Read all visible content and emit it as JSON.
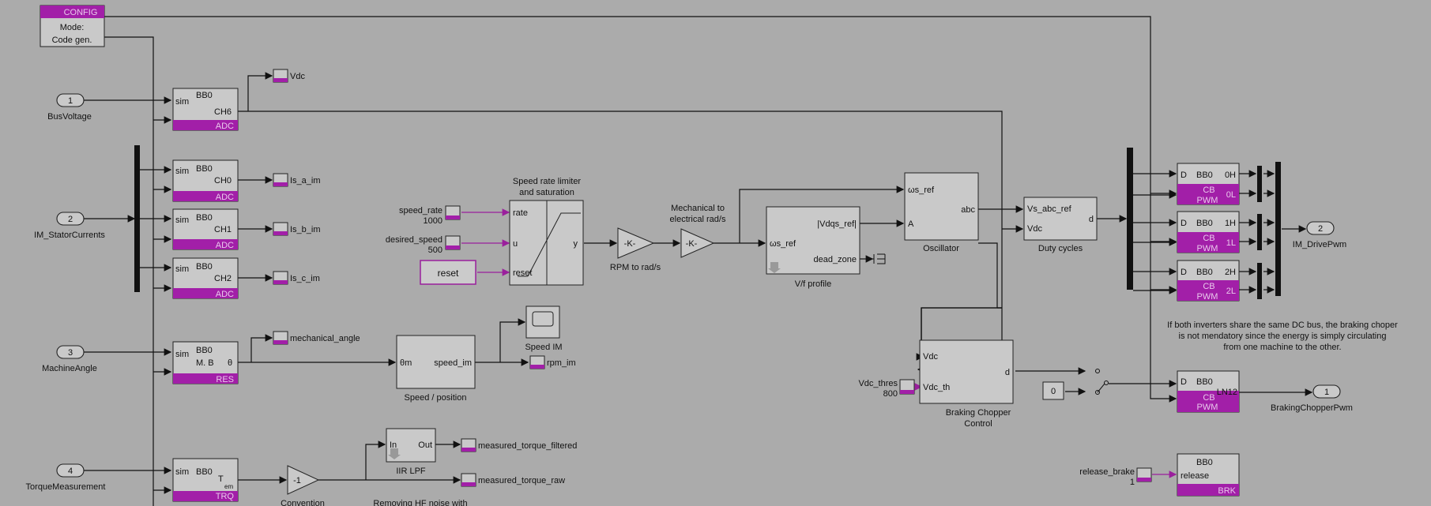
{
  "config": {
    "title": "CONFIG",
    "mode_line1": "Mode:",
    "mode_line2": "Code gen."
  },
  "inports": [
    {
      "num": "1",
      "name": "BusVoltage"
    },
    {
      "num": "2",
      "name": "IM_StatorCurrents"
    },
    {
      "num": "3",
      "name": "MachineAngle"
    },
    {
      "num": "4",
      "name": "TorqueMeasurement"
    }
  ],
  "outports": [
    {
      "num": "2",
      "name": "IM_DrivePwm"
    },
    {
      "num": "1",
      "name": "BrakingChopperPwm"
    }
  ],
  "adc_blocks": [
    {
      "top": "BB0",
      "channel": "CH6",
      "type": "ADC"
    },
    {
      "top": "BB0",
      "channel": "CH0",
      "type": "ADC"
    },
    {
      "top": "BB0",
      "channel": "CH1",
      "type": "ADC"
    },
    {
      "top": "BB0",
      "channel": "CH2",
      "type": "ADC"
    }
  ],
  "sim_label": "sim",
  "res_block": {
    "top": "BB0",
    "mid": "M. B",
    "theta": "θ",
    "type": "RES"
  },
  "trq_block": {
    "top": "BB0",
    "t": "T",
    "em": "em",
    "type": "TRQ"
  },
  "goto_tags": {
    "vdc": "Vdc",
    "is_a": "Is_a_im",
    "is_b": "Is_b_im",
    "is_c": "Is_c_im",
    "mech_angle": "mechanical_angle",
    "rpm": "rpm_im",
    "torque_filtered": "measured_torque_filtered",
    "torque_raw": "measured_torque_raw"
  },
  "speed_limiter": {
    "title1": "Speed rate limiter",
    "title2": "and saturation",
    "in_rate": "rate",
    "in_u": "u",
    "in_reset": "reset",
    "out_y": "y"
  },
  "params": {
    "speed_rate_label": "speed_rate",
    "speed_rate_value": "1000",
    "desired_speed_label": "desired_speed",
    "desired_speed_value": "500",
    "vdc_thres_label": "Vdc_thres",
    "vdc_thres_value": "800",
    "release_brake_label": "release_brake",
    "release_brake_value": "1"
  },
  "reset_button": "reset",
  "gain_k": "-K-",
  "gain_neg1": "-1",
  "rpm_to_rad_label": "RPM to rad/s",
  "mech_to_elec_label1": "Mechanical to",
  "mech_to_elec_label2": "electrical rad/s",
  "vf_profile": {
    "in_ws": "ωs_ref",
    "out_vdqs": "|Vdqs_ref|",
    "out_dz": "dead_zone",
    "label": "V/f profile"
  },
  "oscillator": {
    "in_ws": "ωs_ref",
    "in_a": "A",
    "out_abc": "abc",
    "label": "Oscillator"
  },
  "duty": {
    "in_vs": "Vs_abc_ref",
    "in_vdc": "Vdc",
    "out_d": "d",
    "label": "Duty cycles"
  },
  "speed_pos": {
    "in": "θm",
    "out": "speed_im",
    "label": "Speed / position"
  },
  "scope_label": "Speed IM",
  "iir": {
    "in": "In",
    "out": "Out",
    "label": "IIR LPF",
    "note": "Removing HF noise with"
  },
  "convention_label": "Convention",
  "braking": {
    "in_vdc": "Vdc",
    "in_th": "Vdc_th",
    "out_d": "d",
    "label1": "Braking Chopper",
    "label2": "Control"
  },
  "const_zero": "0",
  "pwm_blocks": [
    {
      "d": "D",
      "bb": "BB0",
      "hi": "0H",
      "cb": "CB",
      "lo": "0L",
      "pwm": "PWM"
    },
    {
      "d": "D",
      "bb": "BB0",
      "hi": "1H",
      "cb": "CB",
      "lo": "1L",
      "pwm": "PWM"
    },
    {
      "d": "D",
      "bb": "BB0",
      "hi": "2H",
      "cb": "CB",
      "lo": "2L",
      "pwm": "PWM"
    }
  ],
  "brake_pwm": {
    "d": "D",
    "bb": "BB0",
    "ln": "LN12",
    "cb": "CB",
    "pwm": "PWM"
  },
  "brk_block": {
    "bb": "BB0",
    "rel": "release",
    "type": "BRK"
  },
  "note": {
    "line1": "If both inverters share the same DC bus, the braking choper",
    "line2": "is not mendatory since the energy is simply circulating",
    "line3": "from one machine to the other."
  }
}
